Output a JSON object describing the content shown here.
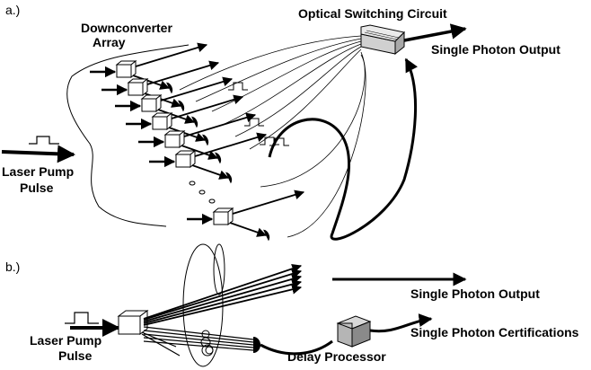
{
  "panel_a": {
    "tag": "a.)",
    "downconverter_line1": "Downconverter",
    "downconverter_line2": "Array",
    "switch_label": "Optical Switching Circuit",
    "output_label": "Single Photon Output",
    "pump_line1": "Laser Pump",
    "pump_line2": "Pulse"
  },
  "panel_b": {
    "tag": "b.)",
    "output_label": "Single Photon Output",
    "cert_label": "Single Photon Certifications",
    "delay_label": "Delay Processor",
    "pump_line1": "Laser Pump",
    "pump_line2": "Pulse"
  },
  "colors": {
    "ink": "#000000",
    "box_fill": "#ffffff",
    "switch_fill": "#d0d0d0"
  }
}
